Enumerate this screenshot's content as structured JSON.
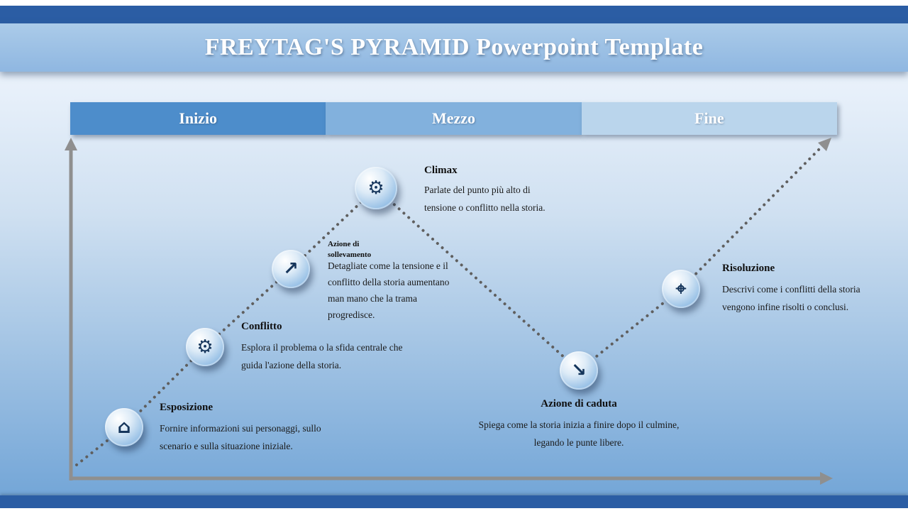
{
  "slide": {
    "title": "FREYTAG'S PYRAMID Powerpoint Template"
  },
  "phases": [
    {
      "label": "Inizio"
    },
    {
      "label": "Mezzo"
    },
    {
      "label": "Fine"
    }
  ],
  "milestones": [
    {
      "title": "Esposizione",
      "description": "Fornire informazioni sui personaggi, sullo scenario e sulla situazione iniziale.",
      "glyph": "⌂",
      "icon": "building-icon"
    },
    {
      "title": "Conflitto",
      "description": "Esplora il problema o la sfida centrale che guida l'azione della storia.",
      "glyph": "⚙",
      "icon": "gears-icon"
    },
    {
      "title": "Azione di sollevamento",
      "description": "Detagliate come la tensione e il conflitto della storia aumentano man mano che la trama progredisce.",
      "glyph": "↗",
      "icon": "rising-arrow-icon"
    },
    {
      "title": "Climax",
      "description": "Parlate del punto più alto di tensione o conflitto nella storia.",
      "glyph": "⚙",
      "icon": "gear-pointer-icon"
    },
    {
      "title": "Azione di caduta",
      "description": "Spiega come la storia inizia a finire dopo il culmine, legando le punte libere.",
      "glyph": "↘",
      "icon": "falling-arrow-icon"
    },
    {
      "title": "Risoluzione",
      "description": "Descrivi come i conflitti della storia vengono infine risolti o conclusi.",
      "glyph": "⌖",
      "icon": "target-scope-icon"
    }
  ],
  "colors": {
    "strip": "#2b5da4",
    "banner": "#9bbfe4",
    "phase_inizio": "#4d8dcb",
    "phase_mezzo": "#82b1dd",
    "phase_fine": "#bad5ec",
    "axis_gray": "#8f8f8f",
    "dotted_line": "#5f5f5f",
    "node_fill": "#9cc3e7",
    "icon_navy": "#16365c"
  }
}
